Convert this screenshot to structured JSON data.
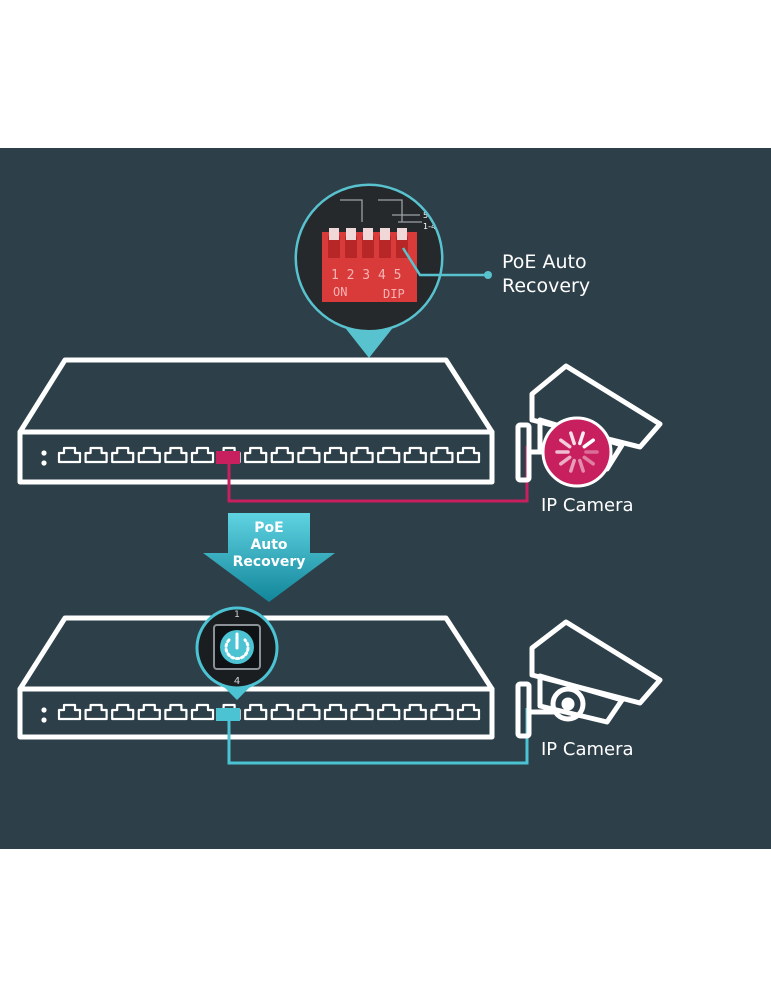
{
  "labels": {
    "poe_auto_recovery_line1": "PoE Auto",
    "poe_auto_recovery_line2": "Recovery",
    "ip_camera_top": "IP Camera",
    "ip_camera_bottom": "IP Camera",
    "arrow_line1": "PoE",
    "arrow_line2": "Auto",
    "arrow_line3": "Recovery"
  },
  "dip_switch": {
    "numbers": "1 2 3 4 5",
    "on_label": "ON",
    "dip_label": "DIP",
    "side_text_1": "5",
    "side_text_2": "1-4"
  },
  "port_badge": {
    "number_top": "1",
    "number_bottom": "4"
  },
  "colors": {
    "background": "#2d3f49",
    "outline": "#ffffff",
    "fault": "#c8205e",
    "recovered": "#4cc3d3",
    "dip_red": "#d93a3a"
  }
}
